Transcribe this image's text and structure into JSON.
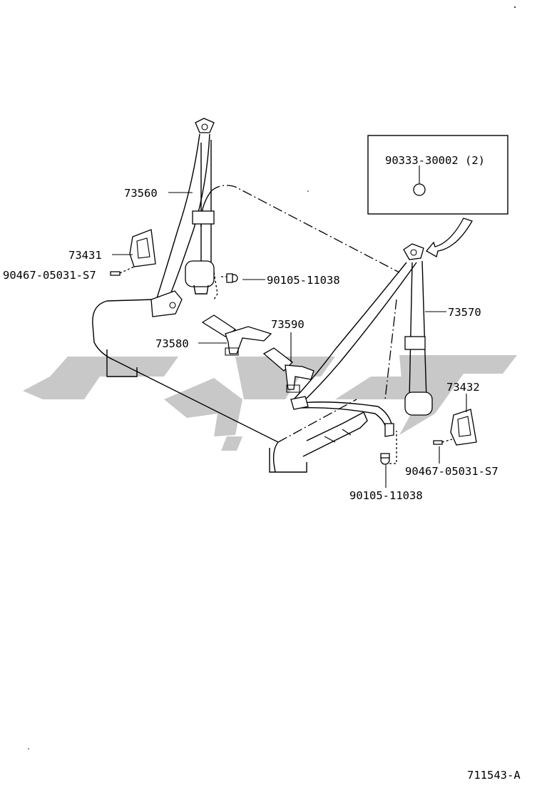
{
  "diagram": {
    "part_labels": {
      "belt_left": "73560",
      "cover_left": "73431",
      "screw_left": "90467-05031-S7",
      "bolt_left": "90105-11038",
      "buckle_center_left": "73580",
      "buckle_center_right": "73590",
      "belt_right": "73570",
      "cover_right": "73432",
      "screw_right": "90467-05031-S7",
      "bolt_bottom": "90105-11038"
    },
    "inset": {
      "label": "90333-30002 (2)"
    },
    "watermark": {
      "color": "#c8c8c8"
    },
    "figure_code": "711543-A"
  }
}
